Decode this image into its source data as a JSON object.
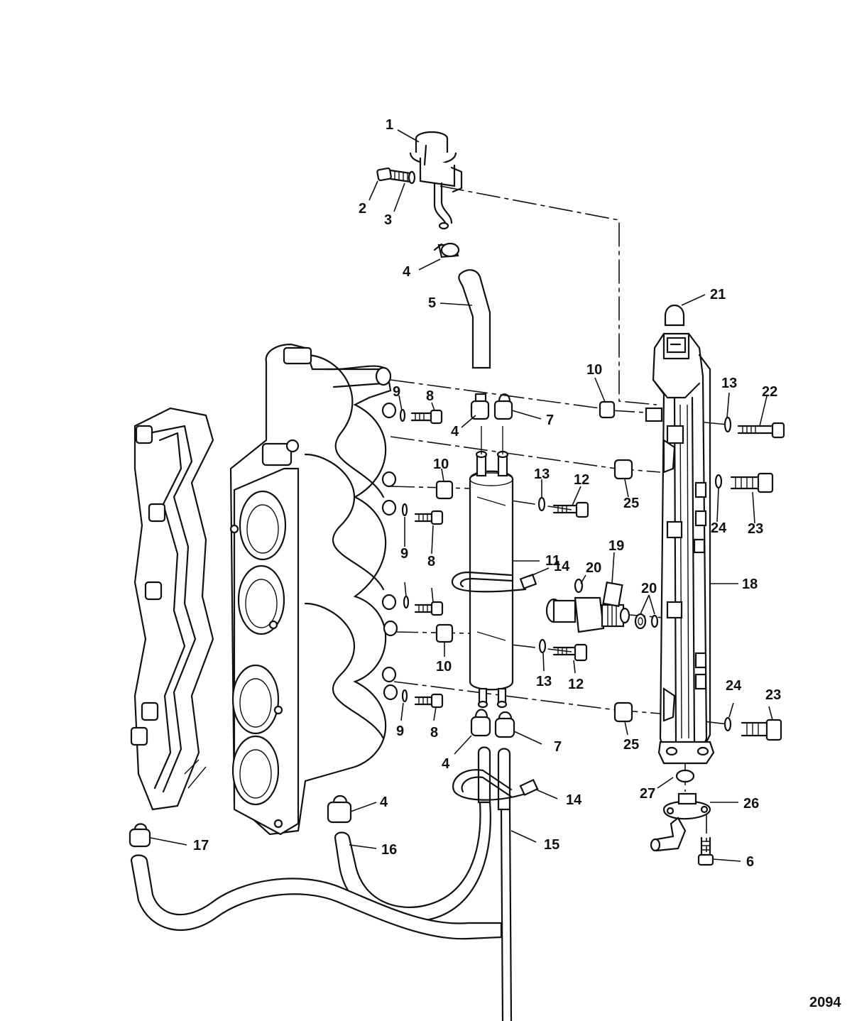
{
  "figure_number": "2094",
  "callouts": [
    {
      "id": "c1",
      "label": "1"
    },
    {
      "id": "c2",
      "label": "2"
    },
    {
      "id": "c3",
      "label": "3"
    },
    {
      "id": "c4a",
      "label": "4"
    },
    {
      "id": "c5",
      "label": "5"
    },
    {
      "id": "c21",
      "label": "21"
    },
    {
      "id": "c10a",
      "label": "10"
    },
    {
      "id": "c9a",
      "label": "9"
    },
    {
      "id": "c8a",
      "label": "8"
    },
    {
      "id": "c4b",
      "label": "4"
    },
    {
      "id": "c7a",
      "label": "7"
    },
    {
      "id": "c13a",
      "label": "13"
    },
    {
      "id": "c22",
      "label": "22"
    },
    {
      "id": "c10b",
      "label": "10"
    },
    {
      "id": "c13b",
      "label": "13"
    },
    {
      "id": "c12a",
      "label": "12"
    },
    {
      "id": "c25a",
      "label": "25"
    },
    {
      "id": "c24a",
      "label": "24"
    },
    {
      "id": "c23a",
      "label": "23"
    },
    {
      "id": "c9b",
      "label": "9"
    },
    {
      "id": "c8b",
      "label": "8"
    },
    {
      "id": "c11",
      "label": "11"
    },
    {
      "id": "c14a",
      "label": "14"
    },
    {
      "id": "c20a",
      "label": "20"
    },
    {
      "id": "c19",
      "label": "19"
    },
    {
      "id": "c20b",
      "label": "20"
    },
    {
      "id": "c18",
      "label": "18"
    },
    {
      "id": "c10c",
      "label": "10"
    },
    {
      "id": "c13c",
      "label": "13"
    },
    {
      "id": "c12b",
      "label": "12"
    },
    {
      "id": "c24b",
      "label": "24"
    },
    {
      "id": "c23b",
      "label": "23"
    },
    {
      "id": "c9c",
      "label": "9"
    },
    {
      "id": "c8c",
      "label": "8"
    },
    {
      "id": "c7b",
      "label": "7"
    },
    {
      "id": "c25b",
      "label": "25"
    },
    {
      "id": "c4c",
      "label": "4"
    },
    {
      "id": "c27",
      "label": "27"
    },
    {
      "id": "c26",
      "label": "26"
    },
    {
      "id": "c4d",
      "label": "4"
    },
    {
      "id": "c14b",
      "label": "14"
    },
    {
      "id": "c17",
      "label": "17"
    },
    {
      "id": "c16",
      "label": "16"
    },
    {
      "id": "c15",
      "label": "15"
    },
    {
      "id": "c6",
      "label": "6"
    }
  ]
}
